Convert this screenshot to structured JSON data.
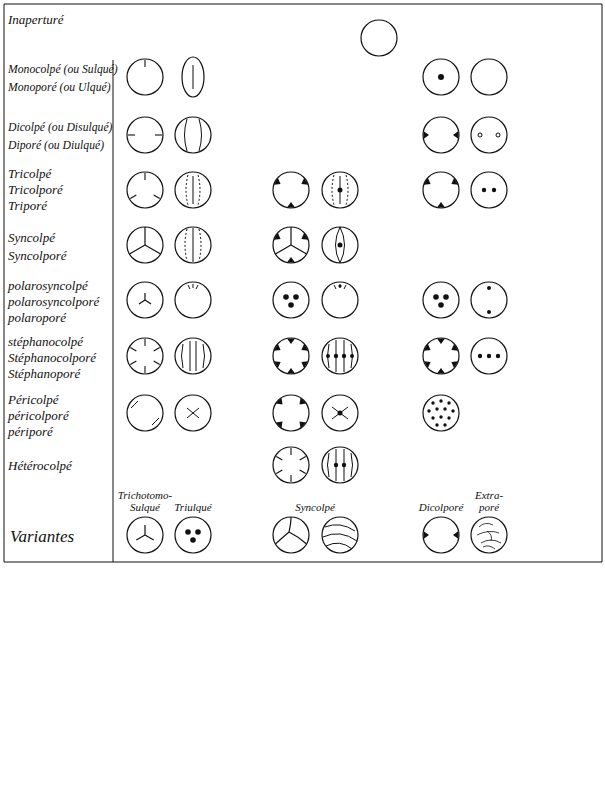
{
  "diagram": {
    "labels": [
      "Inaperturé",
      "Monocolpé (ou Sulqué)",
      "Monoporé (ou Ulqué)",
      "Dicolpé (ou Disulqué)",
      "Diporé (ou Diulqué)",
      "Tricolpé",
      "Tricolporé",
      "Triporé",
      "Syncolpé",
      "Syncolporé",
      "polarosyncolpé",
      "polarosyncolporé",
      "polaroporé",
      "stéphanocolpé",
      "Stéphanocolporé",
      "Stéphanoporé",
      "Péricolpé",
      "péricolporé",
      "périporé",
      "Hétérocolpé",
      "Trichotomo-Sulqué",
      "Triulqué",
      "Syncolpé",
      "Dicolporé",
      "Extra-poré",
      "Variantes"
    ]
  }
}
